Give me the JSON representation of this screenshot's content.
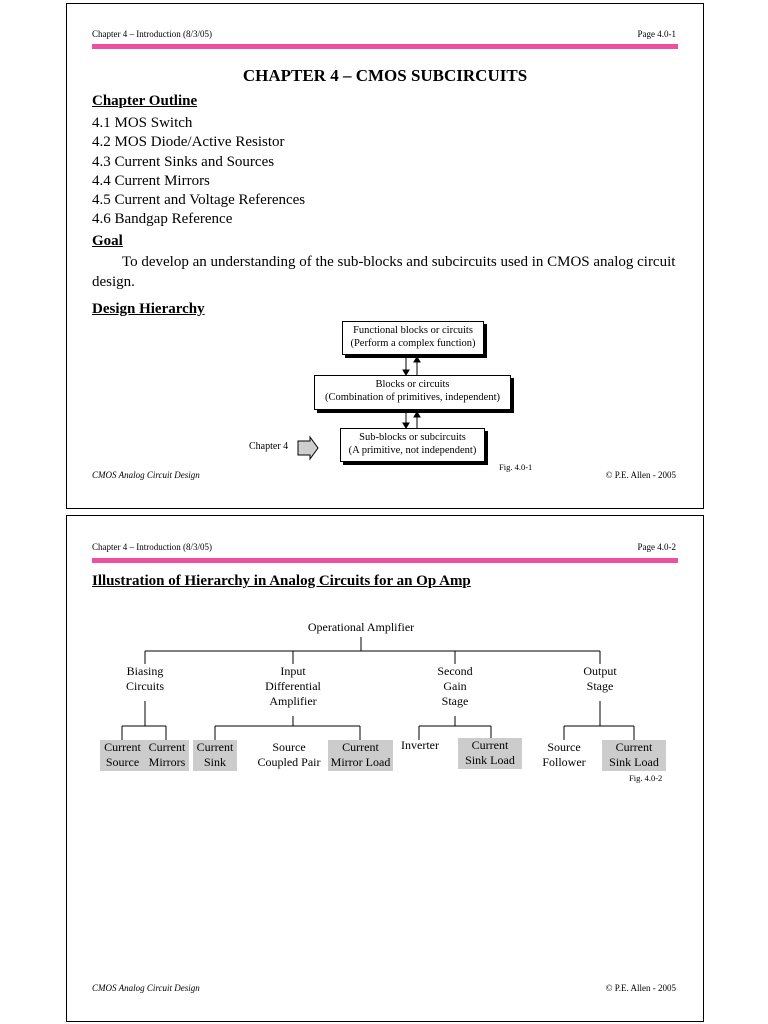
{
  "slide1": {
    "header_left": "Chapter 4 – Introduction  (8/3/05)",
    "header_right": "Page 4.0-1",
    "title": "CHAPTER 4 – CMOS SUBCIRCUITS",
    "outline_heading": "Chapter Outline",
    "outline": [
      "4.1  MOS Switch",
      "4.2  MOS Diode/Active Resistor",
      "4.3  Current Sinks and Sources",
      "4.4  Current Mirrors",
      "4.5  Current and Voltage References",
      "4.6  Bandgap Reference"
    ],
    "goal_heading": "Goal",
    "goal_text": "To develop an understanding of the sub-blocks and subcircuits used in CMOS analog circuit design.",
    "hierarchy_heading": "Design Hierarchy",
    "diagram": {
      "box1_line1": "Functional blocks or circuits",
      "box1_line2": "(Perform a complex function)",
      "box2_line1": "Blocks or circuits",
      "box2_line2": "(Combination of primitives, independent)",
      "box3_line1": "Sub-blocks or subcircuits",
      "box3_line2": "(A primitive, not independent)",
      "pointer_label": "Chapter 4",
      "fig_label": "Fig. 4.0-1"
    },
    "footer_left": "CMOS Analog Circuit Design",
    "footer_right": "© P.E. Allen - 2005"
  },
  "slide2": {
    "header_left": "Chapter 4 – Introduction  (8/3/05)",
    "header_right": "Page 4.0-2",
    "title": "Illustration of Hierarchy in Analog Circuits for an Op Amp",
    "tree": {
      "root": "Operational Amplifier",
      "biasing": [
        "Biasing",
        "Circuits"
      ],
      "input_diff": [
        "Input",
        "Differential",
        "Amplifier"
      ],
      "second_gain": [
        "Second",
        "Gain",
        "Stage"
      ],
      "output_stage": [
        "Output",
        "Stage"
      ],
      "current_source": [
        "Current",
        "Source"
      ],
      "current_mirrors": [
        "Current",
        "Mirrors"
      ],
      "current_sink": [
        "Current",
        "Sink"
      ],
      "source_coupled_pair": [
        "Source",
        "Coupled Pair"
      ],
      "current_mirror_load": [
        "Current",
        "Mirror Load"
      ],
      "inverter": "Inverter",
      "current_sink_load_1": [
        "Current",
        "Sink Load"
      ],
      "source_follower": [
        "Source",
        "Follower"
      ],
      "current_sink_load_2": [
        "Current",
        "Sink Load"
      ],
      "fig_label": "Fig. 4.0-2",
      "highlight_color": "#cccccc"
    },
    "footer_left": "CMOS Analog Circuit Design",
    "footer_right": "© P.E. Allen - 2005"
  },
  "colors": {
    "accent_bar": "#ee4f9f"
  }
}
